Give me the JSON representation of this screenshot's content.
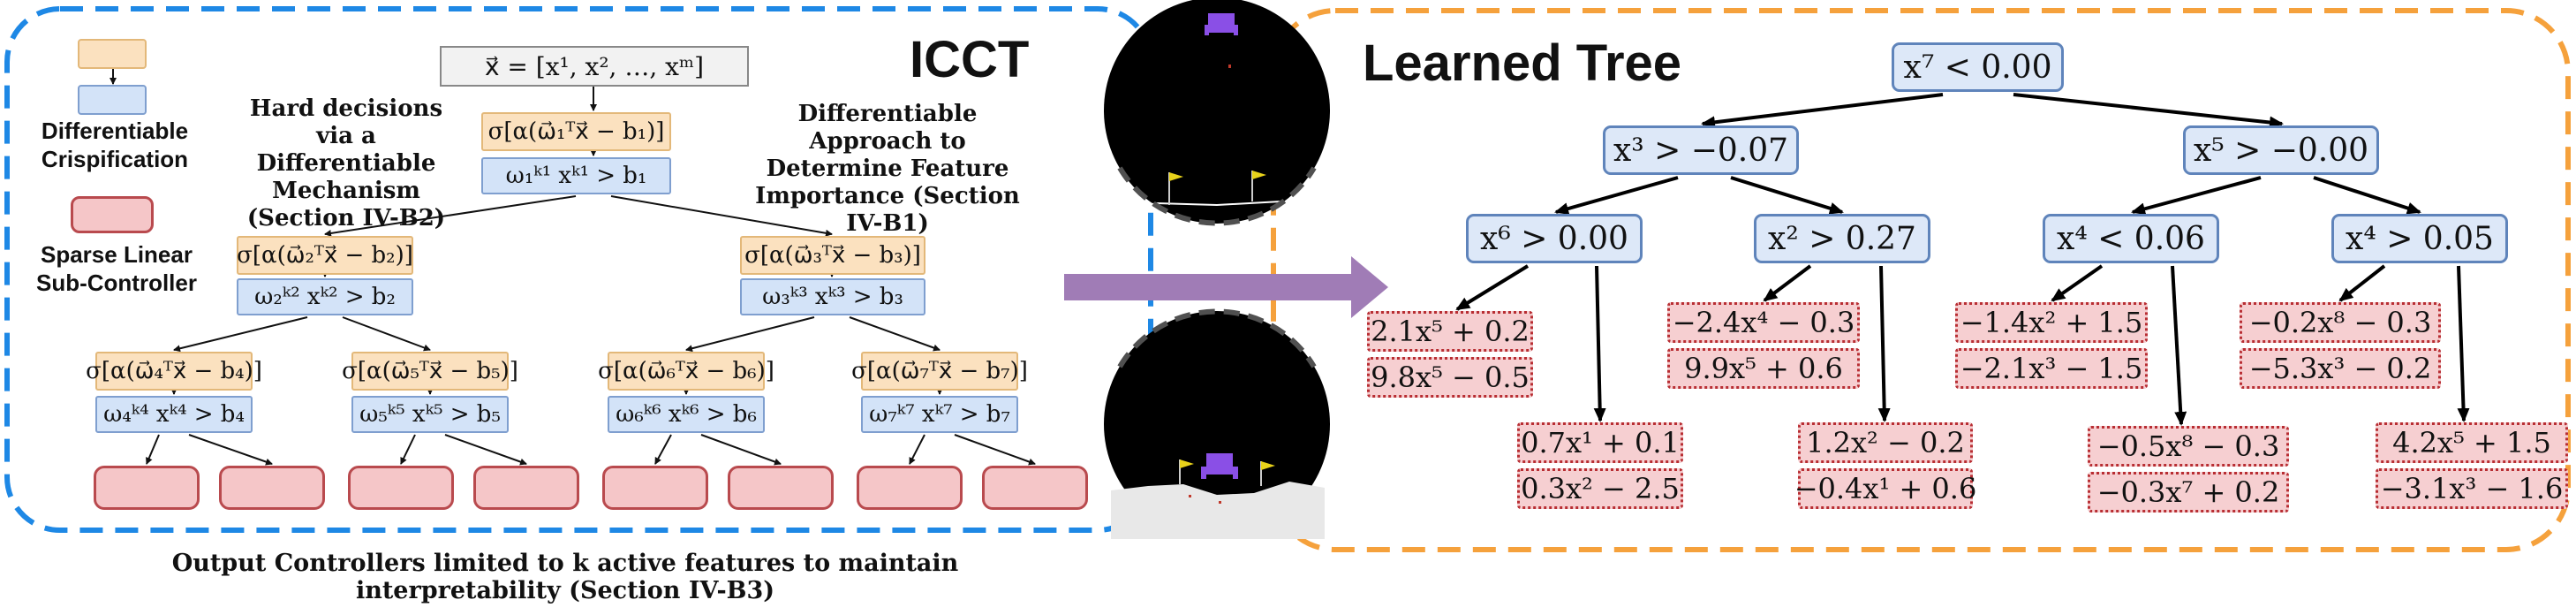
{
  "left_panel": {
    "title": "ICCT",
    "input_vector": "x⃗ = [x¹, x², …, xᵐ]",
    "legend": {
      "differentiable_crispification": "Differentiable Crispification",
      "sparse_linear_sub_controller": "Sparse Linear Sub-Controller"
    },
    "annotations": {
      "hard_decisions": "Hard decisions via a Differentiable Mechanism (Section IV-B2)",
      "feature_importance": "Differentiable Approach to Determine Feature Importance (Section IV-B1)",
      "output_controllers": "Output Controllers limited to k active features to maintain interpretability (Section IV-B3)"
    },
    "nodes": [
      {
        "id": 1,
        "sigmoid": "σ[α(ω⃗₁ᵀx⃗ − b₁)]",
        "condition": "ω₁ᵏ¹ xᵏ¹ > b₁"
      },
      {
        "id": 2,
        "sigmoid": "σ[α(ω⃗₂ᵀx⃗ − b₂)]",
        "condition": "ω₂ᵏ² xᵏ² > b₂"
      },
      {
        "id": 3,
        "sigmoid": "σ[α(ω⃗₃ᵀx⃗ − b₃)]",
        "condition": "ω₃ᵏ³ xᵏ³ > b₃"
      },
      {
        "id": 4,
        "sigmoid": "σ[α(ω⃗₄ᵀx⃗ − b₄)]",
        "condition": "ω₄ᵏ⁴ xᵏ⁴ > b₄"
      },
      {
        "id": 5,
        "sigmoid": "σ[α(ω⃗₅ᵀx⃗ − b₅)]",
        "condition": "ω₅ᵏ⁵ xᵏ⁵ > b₅"
      },
      {
        "id": 6,
        "sigmoid": "σ[α(ω⃗₆ᵀx⃗ − b₆)]",
        "condition": "ω₆ᵏ⁶ xᵏ⁶ > b₆"
      },
      {
        "id": 7,
        "sigmoid": "σ[α(ω⃗₇ᵀx⃗ − b₇)]",
        "condition": "ω₇ᵏ⁷ xᵏ⁷ > b₇"
      }
    ]
  },
  "right_panel": {
    "title": "Learned Tree",
    "nodes": [
      {
        "id": "root",
        "label": "x⁷ < 0.00"
      },
      {
        "id": "l",
        "label": "x³ > −0.07"
      },
      {
        "id": "r",
        "label": "x⁵ > −0.00"
      },
      {
        "id": "ll",
        "label": "x⁶ > 0.00"
      },
      {
        "id": "lr",
        "label": "x² > 0.27"
      },
      {
        "id": "rl",
        "label": "x⁴ < 0.06"
      },
      {
        "id": "rr",
        "label": "x⁴ > 0.05"
      }
    ],
    "leaves": [
      {
        "id": "ll_a",
        "lines": [
          "2.1x⁵ + 0.2",
          "9.8x⁵ − 0.5"
        ]
      },
      {
        "id": "ll_b",
        "lines": [
          "0.7x¹ + 0.1",
          "0.3x² − 2.5"
        ]
      },
      {
        "id": "lr_a",
        "lines": [
          "−2.4x⁴ − 0.3",
          "9.9x⁵ + 0.6"
        ]
      },
      {
        "id": "lr_b",
        "lines": [
          "1.2x² − 0.2",
          "−0.4x¹ + 0.6"
        ]
      },
      {
        "id": "rl_a",
        "lines": [
          "−1.4x² + 1.5",
          "−2.1x³ − 1.5"
        ]
      },
      {
        "id": "rl_b",
        "lines": [
          "−0.5x⁸ − 0.3",
          "−0.3x⁷ + 0.2"
        ]
      },
      {
        "id": "rr_a",
        "lines": [
          "−0.2x⁸ − 0.3",
          "−5.3x³ − 0.2"
        ]
      },
      {
        "id": "rr_b",
        "lines": [
          "4.2x⁵ + 1.5",
          "−3.1x³ − 1.6"
        ]
      }
    ]
  },
  "colors": {
    "left_border": "#1e88e5",
    "right_border": "#f5a13c",
    "arrow": "#a07cb6",
    "sigmoid_fill": "#fbe1bf",
    "condition_fill": "#d3e3f8",
    "leaf_fill": "#f5c6c8",
    "tree_node_fill": "#dde8f8"
  }
}
